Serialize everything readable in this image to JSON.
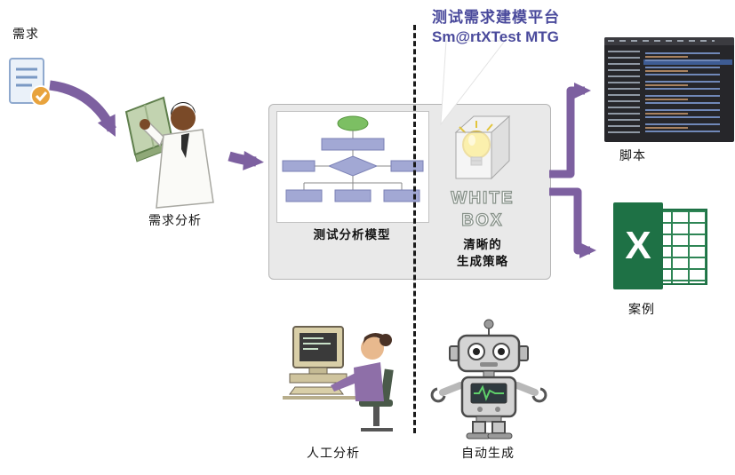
{
  "bubble": {
    "line1": "测试需求建模平台",
    "line2": "Sm@rtXTest MTG"
  },
  "labels": {
    "requirement": "需求",
    "requirement_analysis": "需求分析",
    "model": "测试分析模型",
    "script": "脚本",
    "cases": "案例",
    "manual": "人工分析",
    "auto": "自动生成"
  },
  "whitebox": {
    "line1": "WHITE",
    "line2": "BOX",
    "strategy_line1": "清晰的",
    "strategy_line2": "生成策略"
  },
  "excel": {
    "letter": "X"
  },
  "colors": {
    "arrow_purple": "#7D60A0",
    "bubble_text": "#4A4A9C",
    "excel_green": "#1E7145",
    "platform_box_bg": "#E9E9E9"
  }
}
